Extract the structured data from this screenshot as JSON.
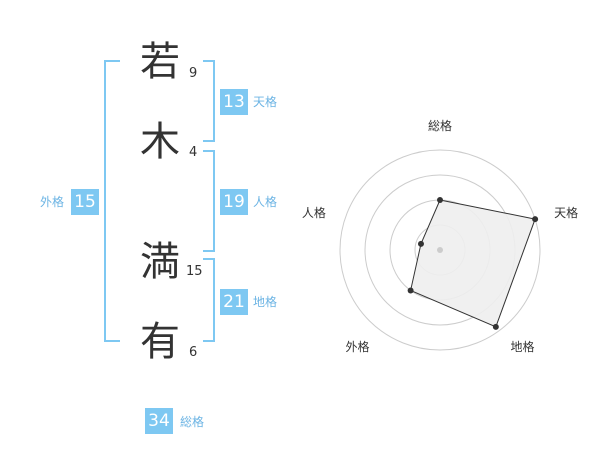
{
  "name": {
    "characters": [
      {
        "char": "若",
        "strokes": "9"
      },
      {
        "char": "木",
        "strokes": "4"
      },
      {
        "char": "満",
        "strokes": "15"
      },
      {
        "char": "有",
        "strokes": "6"
      }
    ]
  },
  "kakusu": {
    "tenkaku": {
      "value": "13",
      "label": "天格"
    },
    "jinkaku": {
      "value": "19",
      "label": "人格"
    },
    "chikaku": {
      "value": "21",
      "label": "地格"
    },
    "gaikaku": {
      "value": "15",
      "label": "外格"
    },
    "soukaku": {
      "value": "34",
      "label": "総格"
    }
  },
  "colors": {
    "accent": "#7ec8f2",
    "label": "#6cb4e4",
    "text": "#333333"
  },
  "chart_data": {
    "type": "radar",
    "axes": [
      "総格",
      "天格",
      "地格",
      "外格",
      "人格"
    ],
    "values": [
      0.5,
      1.0,
      0.95,
      0.5,
      0.2
    ],
    "rings": 4
  }
}
